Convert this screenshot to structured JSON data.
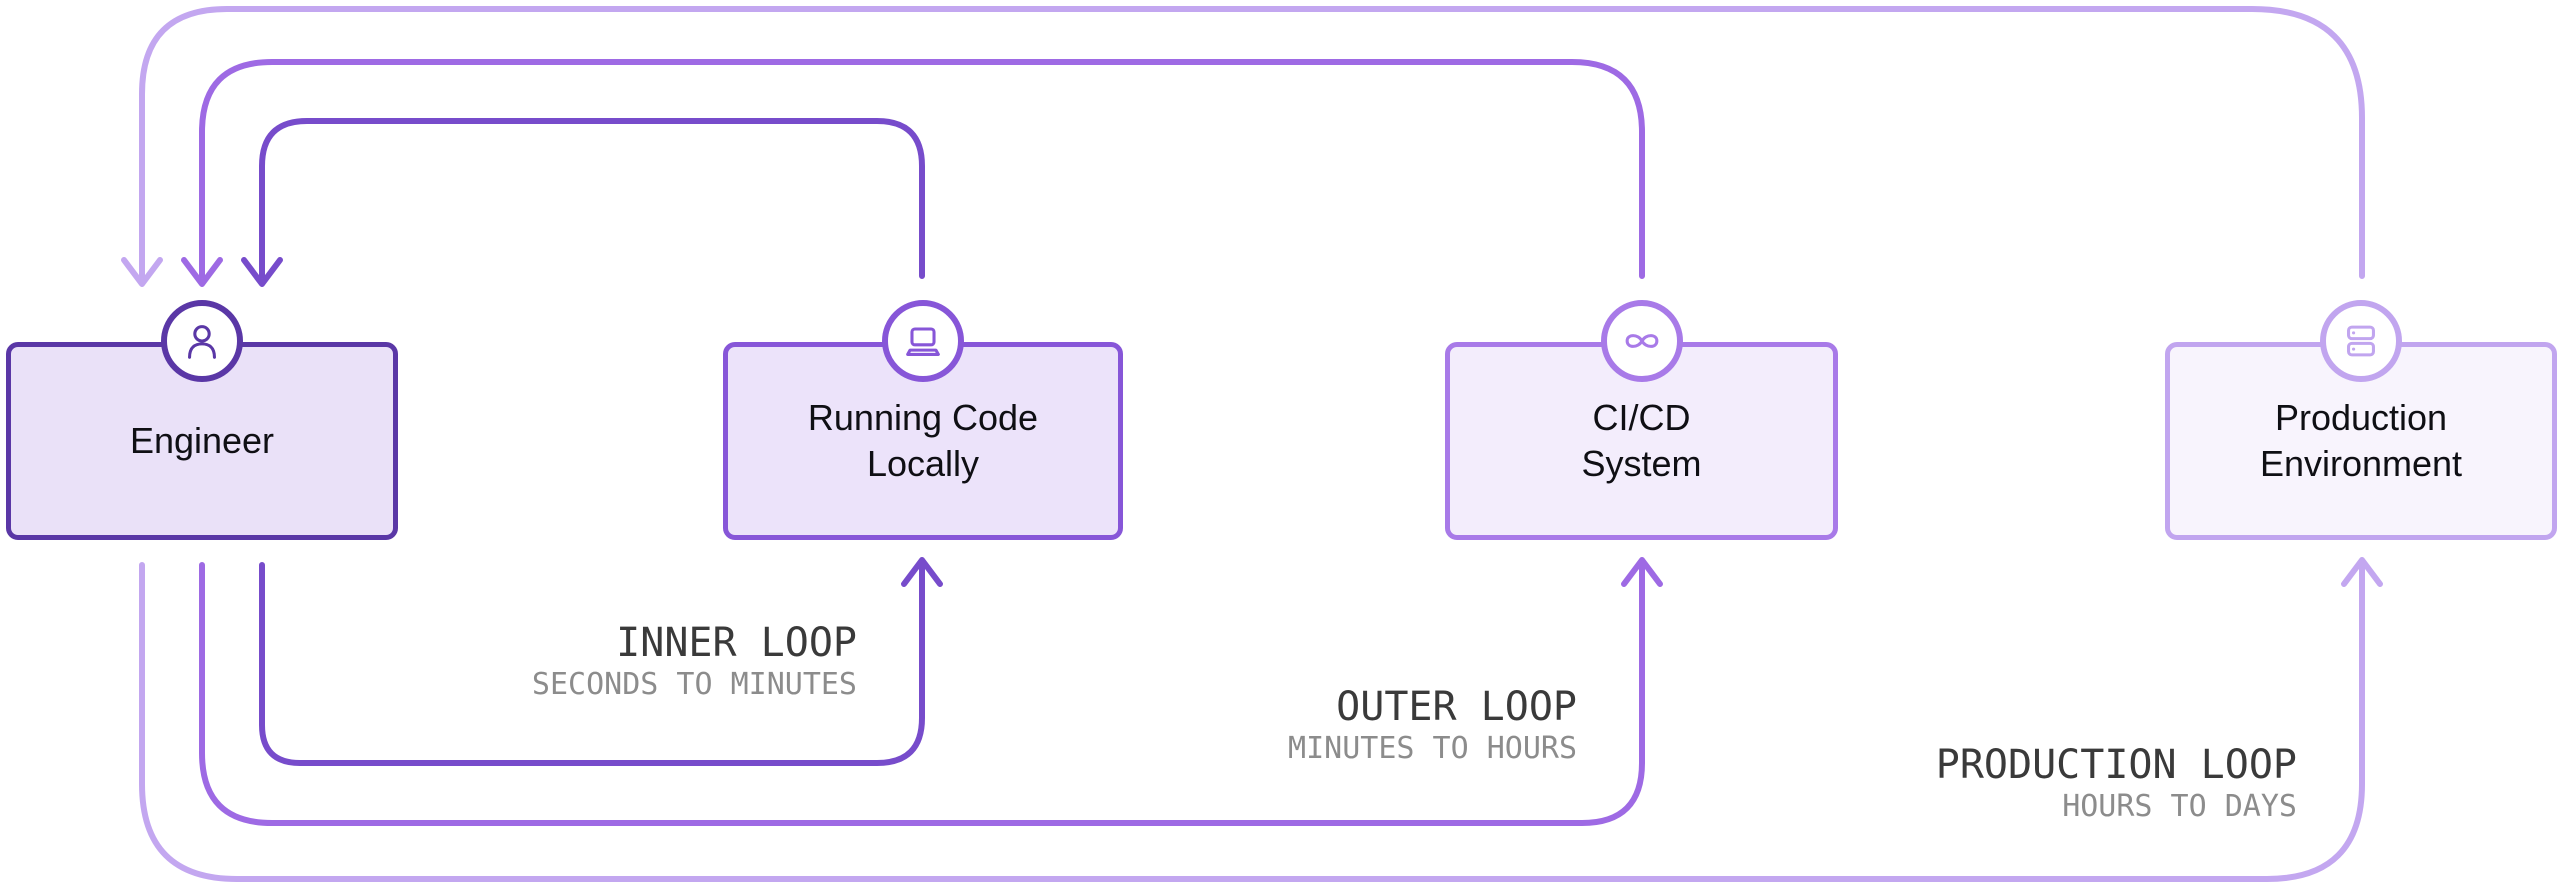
{
  "diagram_title": "",
  "nodes": [
    {
      "id": "engineer",
      "icon": "person-icon",
      "label": "Engineer",
      "lines": [
        "Engineer"
      ]
    },
    {
      "id": "running",
      "icon": "laptop-icon",
      "label": "Running Code Locally",
      "lines": [
        "Running Code",
        "Locally"
      ]
    },
    {
      "id": "cicd",
      "icon": "infinity-icon",
      "label": "CI/CD System",
      "lines": [
        "CI/CD",
        "System"
      ]
    },
    {
      "id": "production",
      "icon": "server-icon",
      "label": "Production Environment",
      "lines": [
        "Production",
        "Environment"
      ]
    }
  ],
  "loops": [
    {
      "id": "inner-loop",
      "title": "INNER LOOP",
      "subtitle": "SECONDS TO MINUTES",
      "from": "Engineer",
      "to": "Running Code Locally"
    },
    {
      "id": "outer-loop",
      "title": "OUTER LOOP",
      "subtitle": "MINUTES TO HOURS",
      "from": "Engineer",
      "to": "CI/CD System"
    },
    {
      "id": "production-loop",
      "title": "PRODUCTION LOOP",
      "subtitle": "HOURS TO DAYS",
      "from": "Engineer",
      "to": "Production Environment"
    }
  ],
  "colors": {
    "loop_inner": "#774ccb",
    "loop_outer": "#9e6ae4",
    "loop_production": "#c3a7f0",
    "node1_border": "#5a37a6",
    "node1_fill": "#eae1f8",
    "node2_border": "#8756d8",
    "node2_fill": "#ece3fa",
    "node3_border": "#a87ae8",
    "node3_fill": "#f3edfc",
    "node4_border": "#c1a5ef",
    "node4_fill": "#f8f4fd",
    "label_title": "#3a3a3a",
    "label_sub": "#8c8c8c",
    "node_text": "#0f0f14",
    "background": "#ffffff"
  }
}
